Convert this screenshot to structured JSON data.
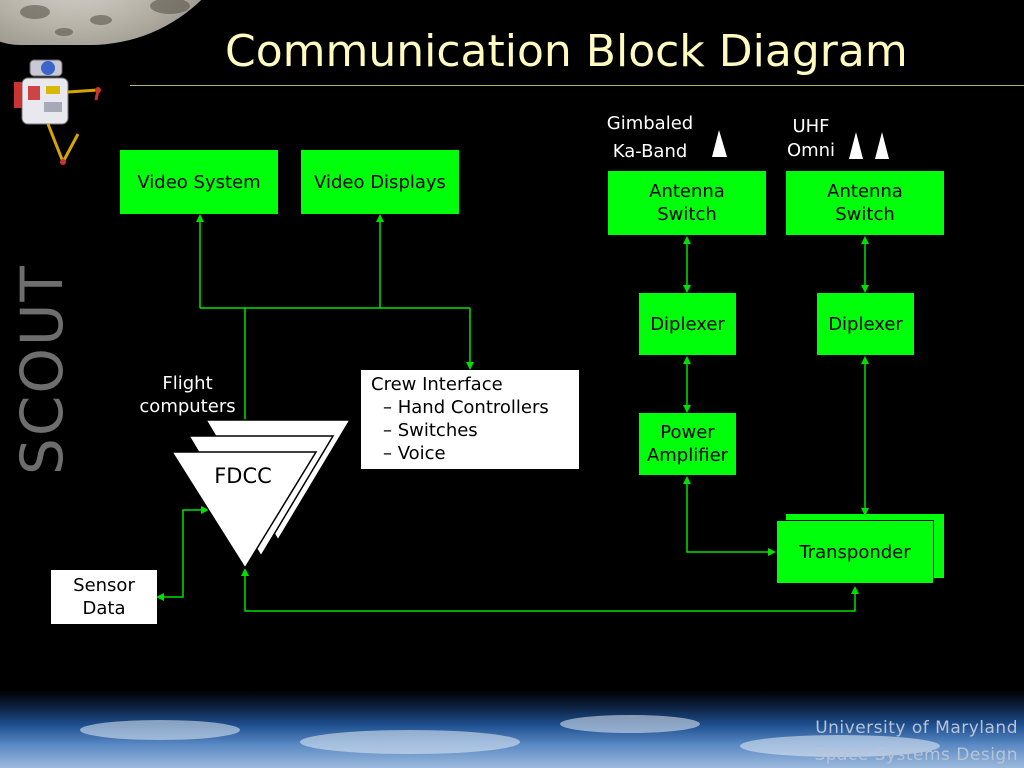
{
  "title": "Communication Block Diagram",
  "side_logo_text": "SCOUT",
  "footer": {
    "line1": "University of Maryland",
    "line2": "Space Systems Design"
  },
  "blocks": {
    "video_system": "Video System",
    "video_displays": "Video Displays",
    "antenna_switch": "Antenna Switch",
    "diplexer": "Diplexer",
    "power_amplifier": "Power Amplifier",
    "transponder": "Transponder",
    "sensor_data": "Sensor Data",
    "fdcc": "FDCC"
  },
  "labels": {
    "flight_computers": "Flight computers",
    "gimbaled": "Gimbaled",
    "ka_band": "Ka-Band",
    "uhf": "UHF",
    "omni": "Omni"
  },
  "crew_interface": {
    "title": "Crew Interface",
    "items": [
      "– Hand Controllers",
      "– Switches",
      "– Voice"
    ]
  },
  "colors": {
    "block_green": "#00ff0a",
    "line_green": "#00e000",
    "title_yellow": "#fffbc0"
  }
}
